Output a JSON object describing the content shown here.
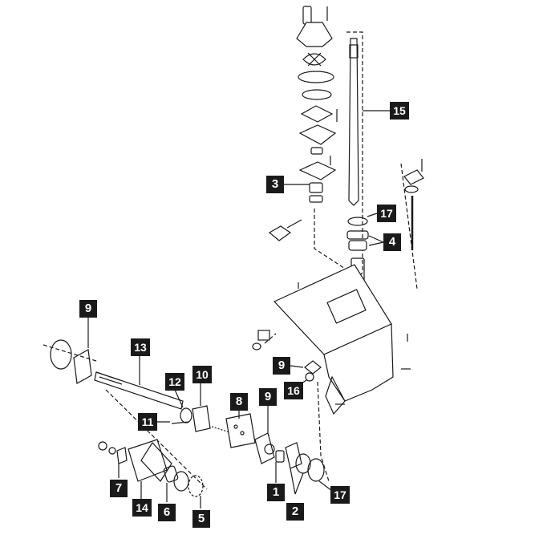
{
  "diagram": {
    "colors": {
      "ink": "#1a1a1a",
      "paper": "#ffffff",
      "label_bg": "#1a1a1a",
      "label_text": "#ffffff"
    },
    "labels": {
      "l1": "1",
      "l2": "2",
      "l3": "3",
      "l4": "4",
      "l5": "5",
      "l6": "6",
      "l7": "7",
      "l8": "8",
      "l9a": "9",
      "l9b": "9",
      "l9c": "9",
      "l10": "10",
      "l11": "11",
      "l12": "12",
      "l13": "13",
      "l14": "14",
      "l15": "15",
      "l16": "16",
      "l17a": "17",
      "l17b": "17"
    }
  }
}
